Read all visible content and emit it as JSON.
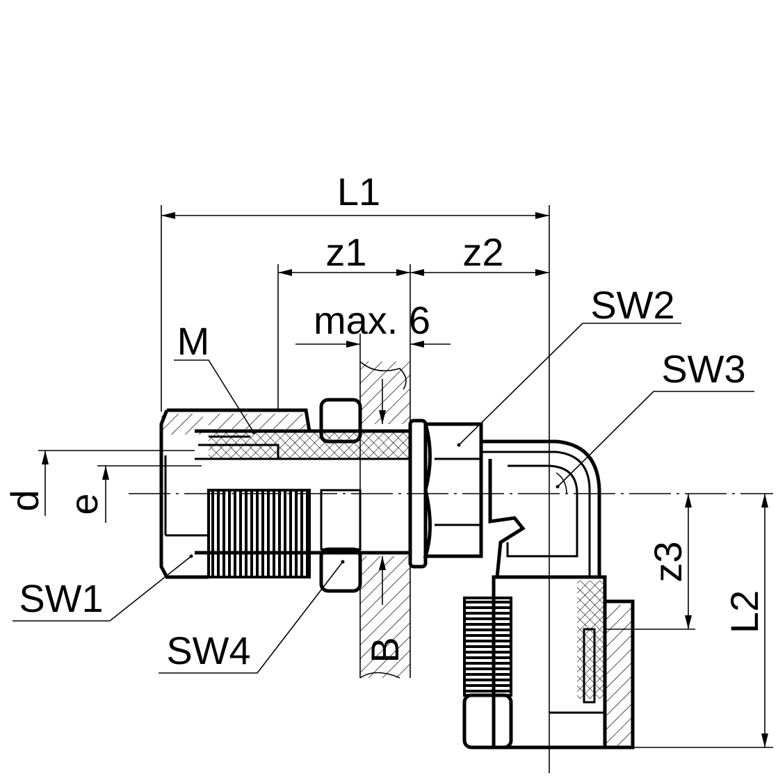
{
  "drawing": {
    "dimensions": {
      "L1": "L1",
      "z1": "z1",
      "z2": "z2",
      "max6": "max. 6",
      "d": "d",
      "e": "e",
      "B": "B",
      "z3": "z3",
      "L2": "L2"
    },
    "callouts": {
      "M": "M",
      "SW1": "SW1",
      "SW2": "SW2",
      "SW3": "SW3",
      "SW4": "SW4"
    }
  }
}
